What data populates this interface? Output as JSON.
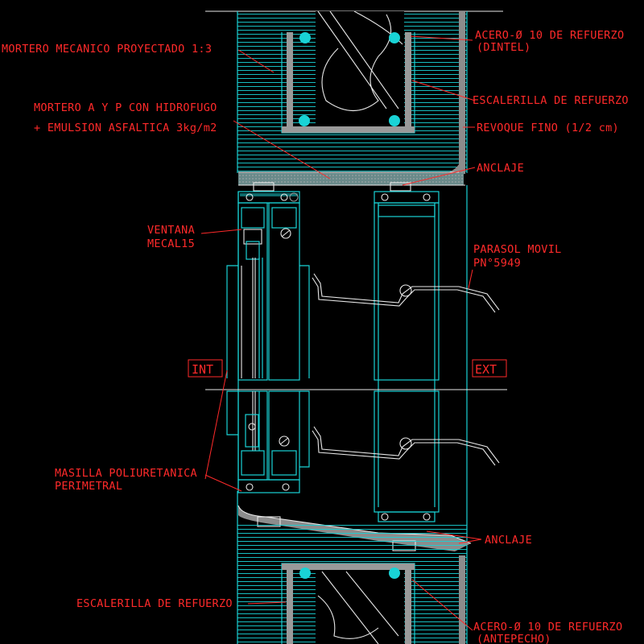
{
  "labels": {
    "mortero_mecanico": "MORTERO MECANICO PROYECTADO 1:3",
    "acero_dintel_1": "ACERO-Ø 10 DE REFUERZO",
    "acero_dintel_2": "(DINTEL)",
    "mortero_ayp_1": "MORTERO A Y P CON HIDROFUGO",
    "mortero_ayp_2": "+ EMULSION ASFALTICA 3kg/m2",
    "escalerilla_top": "ESCALERILLA DE REFUERZO",
    "revoque": "REVOQUE FINO (1/2 cm)",
    "anclaje_top": "ANCLAJE",
    "ventana_1": "VENTANA",
    "ventana_2": "MECAL15",
    "parasol_1": "PARASOL MOVIL",
    "parasol_2": "PN°5949",
    "int": "INT",
    "ext": "EXT",
    "masilla_1": "MASILLA POLIURETANICA",
    "masilla_2": "PERIMETRAL",
    "anclaje_bottom": "ANCLAJE",
    "escalerilla_bottom": "ESCALERILLA DE REFUERZO",
    "acero_antepecho_1": "ACERO-Ø 10 DE REFUERZO",
    "acero_antepecho_2": "(ANTEPECHO)"
  },
  "colors": {
    "background": "#000000",
    "text": "#ff2a2a",
    "structure": "#19d3d6",
    "detail": "#e8e8e8"
  }
}
